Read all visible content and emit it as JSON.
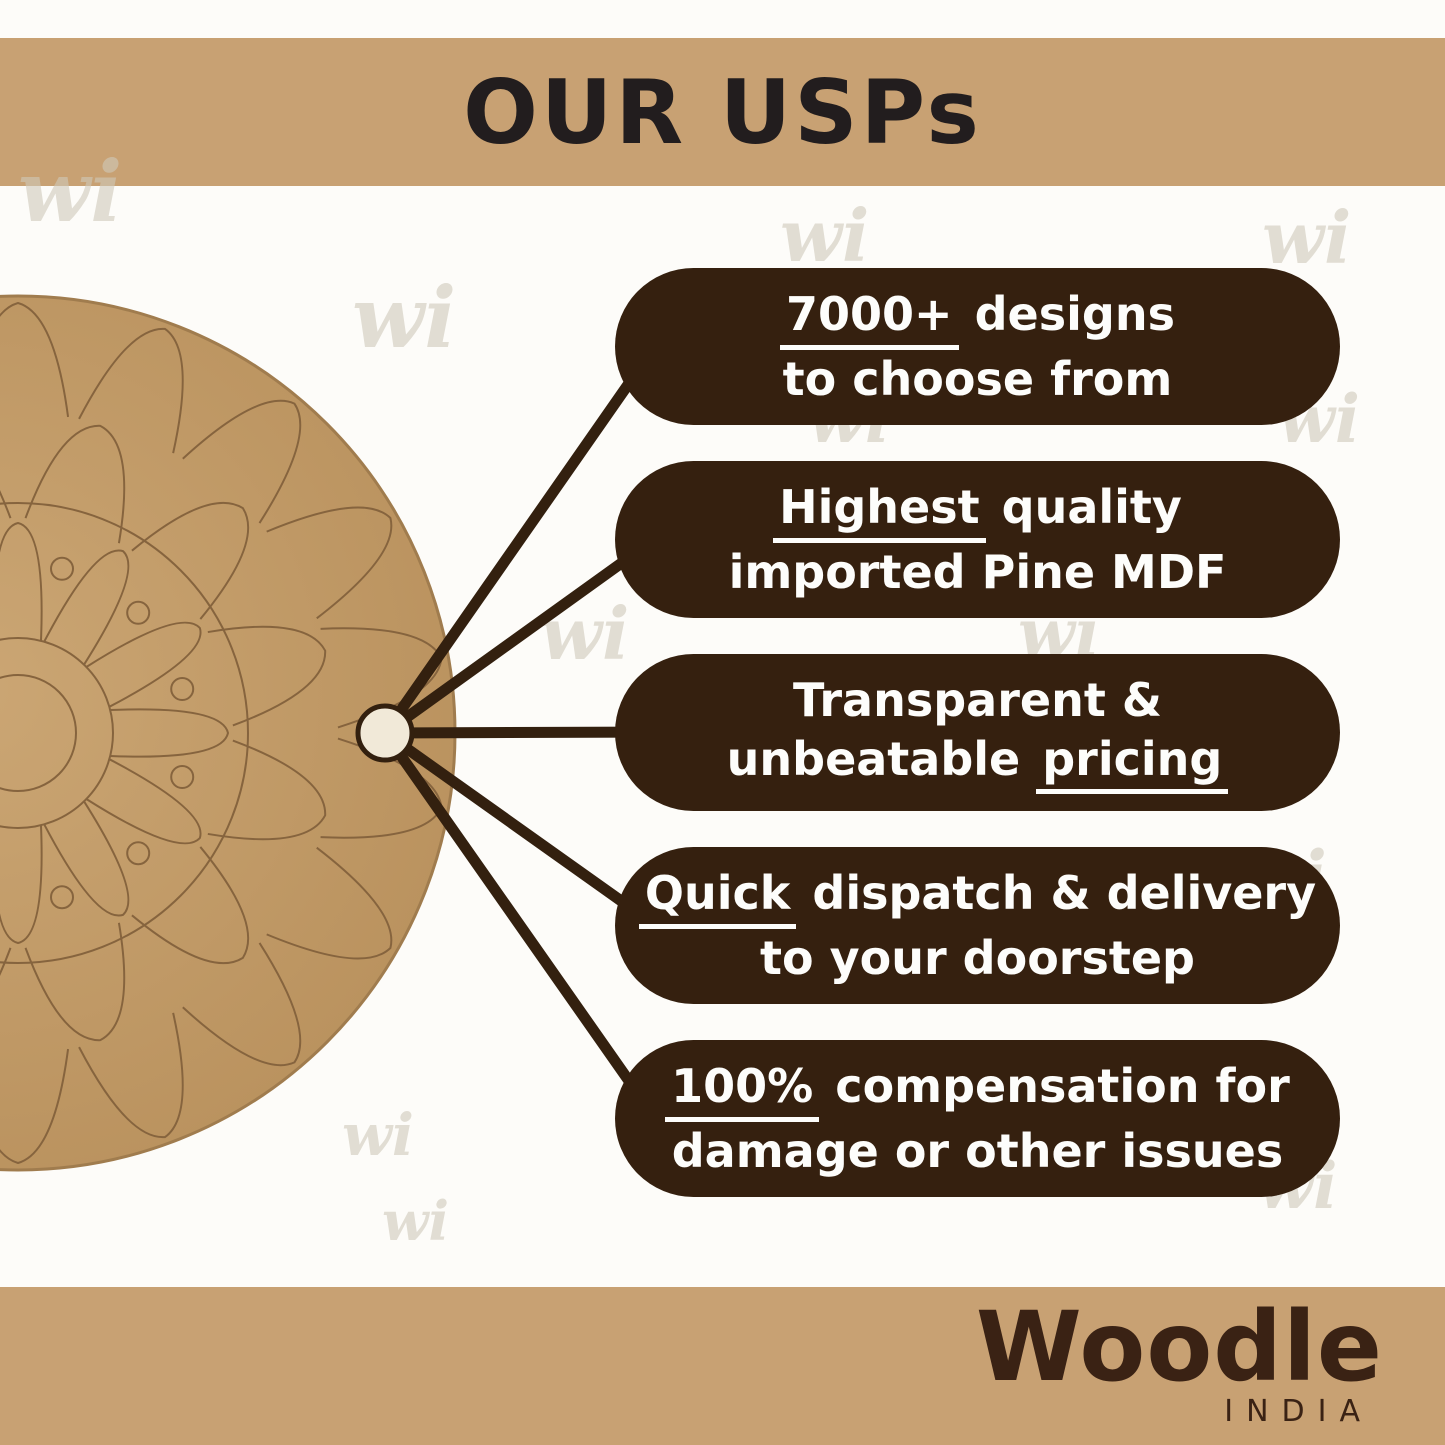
{
  "header": {
    "title": "OUR USPs"
  },
  "watermark": {
    "text": "wi"
  },
  "pills": [
    {
      "l1pre": "",
      "l1u": "7000+",
      "l1post": " designs",
      "l2pre": "to choose from",
      "l2u": "",
      "l2post": ""
    },
    {
      "l1pre": "",
      "l1u": "Highest",
      "l1post": " quality",
      "l2pre": "imported Pine MDF",
      "l2u": "",
      "l2post": ""
    },
    {
      "l1pre": "Transparent &",
      "l1u": "",
      "l1post": "",
      "l2pre": "unbeatable ",
      "l2u": "pricing",
      "l2post": ""
    },
    {
      "l1pre": "",
      "l1u": "Quick",
      "l1post": " dispatch & delivery",
      "l2pre": "to your doorstep",
      "l2u": "",
      "l2post": ""
    },
    {
      "l1pre": "",
      "l1u": "100%",
      "l1post": " compensation for",
      "l2pre": "damage or other issues",
      "l2u": "",
      "l2post": ""
    }
  ],
  "footer": {
    "brand": "Woodle",
    "country": "INDIA"
  },
  "colors": {
    "band": "#c8a173",
    "pill": "#35200f",
    "line": "#33200f",
    "board": "#c29a67",
    "board_line": "#86643e",
    "node_fill": "#f1e9d8",
    "title": "#221d1e"
  }
}
